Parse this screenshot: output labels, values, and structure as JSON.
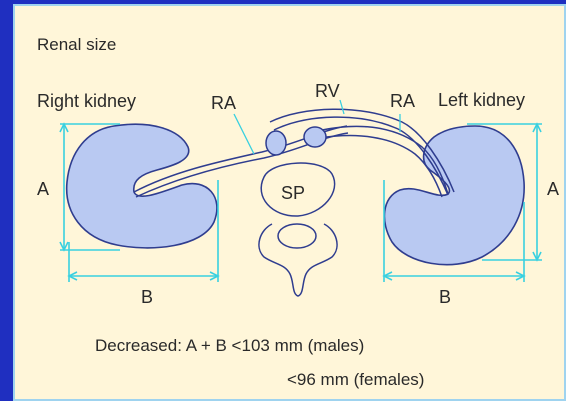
{
  "title": "Renal size",
  "labels": {
    "right_kidney": "Right kidney",
    "left_kidney": "Left kidney",
    "ra_left": "RA",
    "rv": "RV",
    "ra_right": "RA",
    "sp": "SP",
    "a_left": "A",
    "a_right": "A",
    "b_left": "B",
    "b_right": "B"
  },
  "caption": {
    "line1": "Decreased: A + B <103 mm (males)",
    "line2": "<96 mm (females)"
  },
  "colors": {
    "background_border": "#1f2fc0",
    "panel": "#fff6d9",
    "kidney_fill": "#b9c9f2",
    "outline": "#2f3d8f",
    "dimension": "#39d0e0"
  }
}
